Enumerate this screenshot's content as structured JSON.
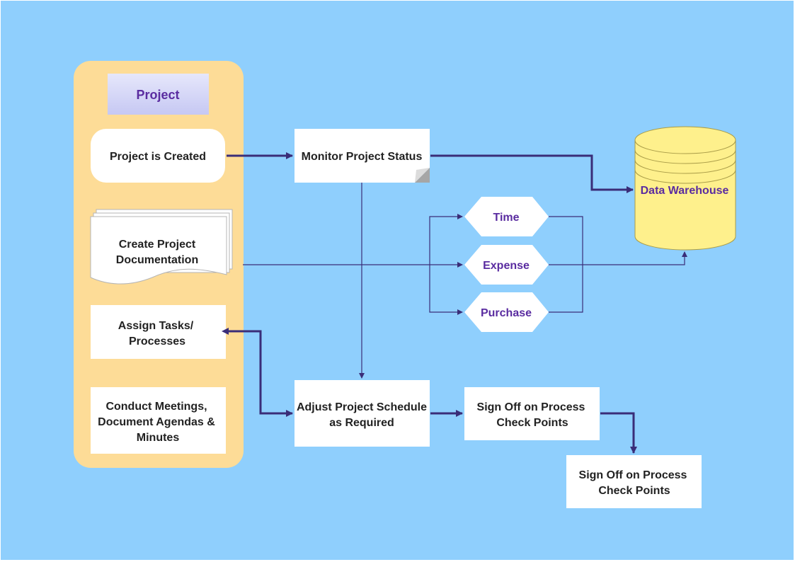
{
  "colors": {
    "background": "#8fcffd",
    "panel": "#fddc97",
    "box": "#ffffff",
    "header_box_top": "#e6e7fb",
    "header_box_bottom": "#c6c8f3",
    "connector": "#3a2d78",
    "label_accent": "#5a2ca0",
    "cylinder_fill": "#fef08c",
    "cylinder_stroke": "#a99c48"
  },
  "swimlane": {
    "title": "Project",
    "items": [
      {
        "lines": [
          "Project is Created"
        ]
      },
      {
        "lines": [
          "Create Project",
          "Documentation"
        ]
      },
      {
        "lines": [
          "Assign Tasks/",
          "Processes"
        ]
      },
      {
        "lines": [
          "Conduct Meetings,",
          "Document Agendas &",
          "Minutes"
        ]
      }
    ]
  },
  "process": {
    "monitor": {
      "lines": [
        "Monitor Project Status"
      ]
    },
    "adjust": {
      "lines": [
        "Adjust Project Schedule",
        "as Required"
      ]
    },
    "signoff_1": {
      "lines": [
        "Sign Off on Process",
        "Check Points"
      ]
    },
    "signoff_2": {
      "lines": [
        "Sign Off on Process",
        "Check Points"
      ]
    }
  },
  "categories": [
    {
      "label": "Time"
    },
    {
      "label": "Expense"
    },
    {
      "label": "Purchase"
    }
  ],
  "datastore": {
    "label": "Data Warehouse",
    "shape": "cylinder-icon"
  }
}
